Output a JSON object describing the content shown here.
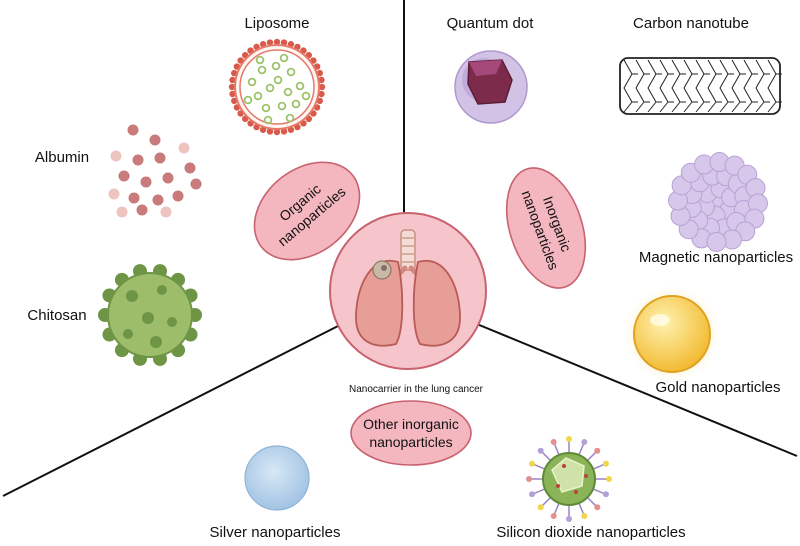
{
  "center": {
    "caption": "Nanocarrier in the lung cancer"
  },
  "categories": {
    "organic": {
      "line1": "Organic",
      "line2": "nanoparticles"
    },
    "inorganic": {
      "line1": "Inorganic",
      "line2": "nanoparticles"
    },
    "other": {
      "line1": "Other inorganic",
      "line2": "nanoparticles"
    }
  },
  "items": {
    "liposome": "Liposome",
    "albumin": "Albumin",
    "chitosan": "Chitosan",
    "quantum_dot": "Quantum dot",
    "carbon_nanotube": "Carbon nanotube",
    "magnetic": "Magnetic nanoparticles",
    "gold": "Gold nanoparticles",
    "silver": "Silver nanoparticles",
    "silicon": "Silicon dioxide nanoparticles"
  },
  "colors": {
    "category_fill": "#f4b7c0",
    "category_stroke": "#c8626f",
    "center_fill": "#f6c5cc",
    "albumin": "#c97a7a",
    "chitosan": "#8fb060",
    "quantum_dot": "#b8a3cf",
    "magnetic": "#d7c7ea",
    "gold": "#f7c843",
    "silver": "#a9c9e6",
    "silicon": "#8ab457"
  }
}
